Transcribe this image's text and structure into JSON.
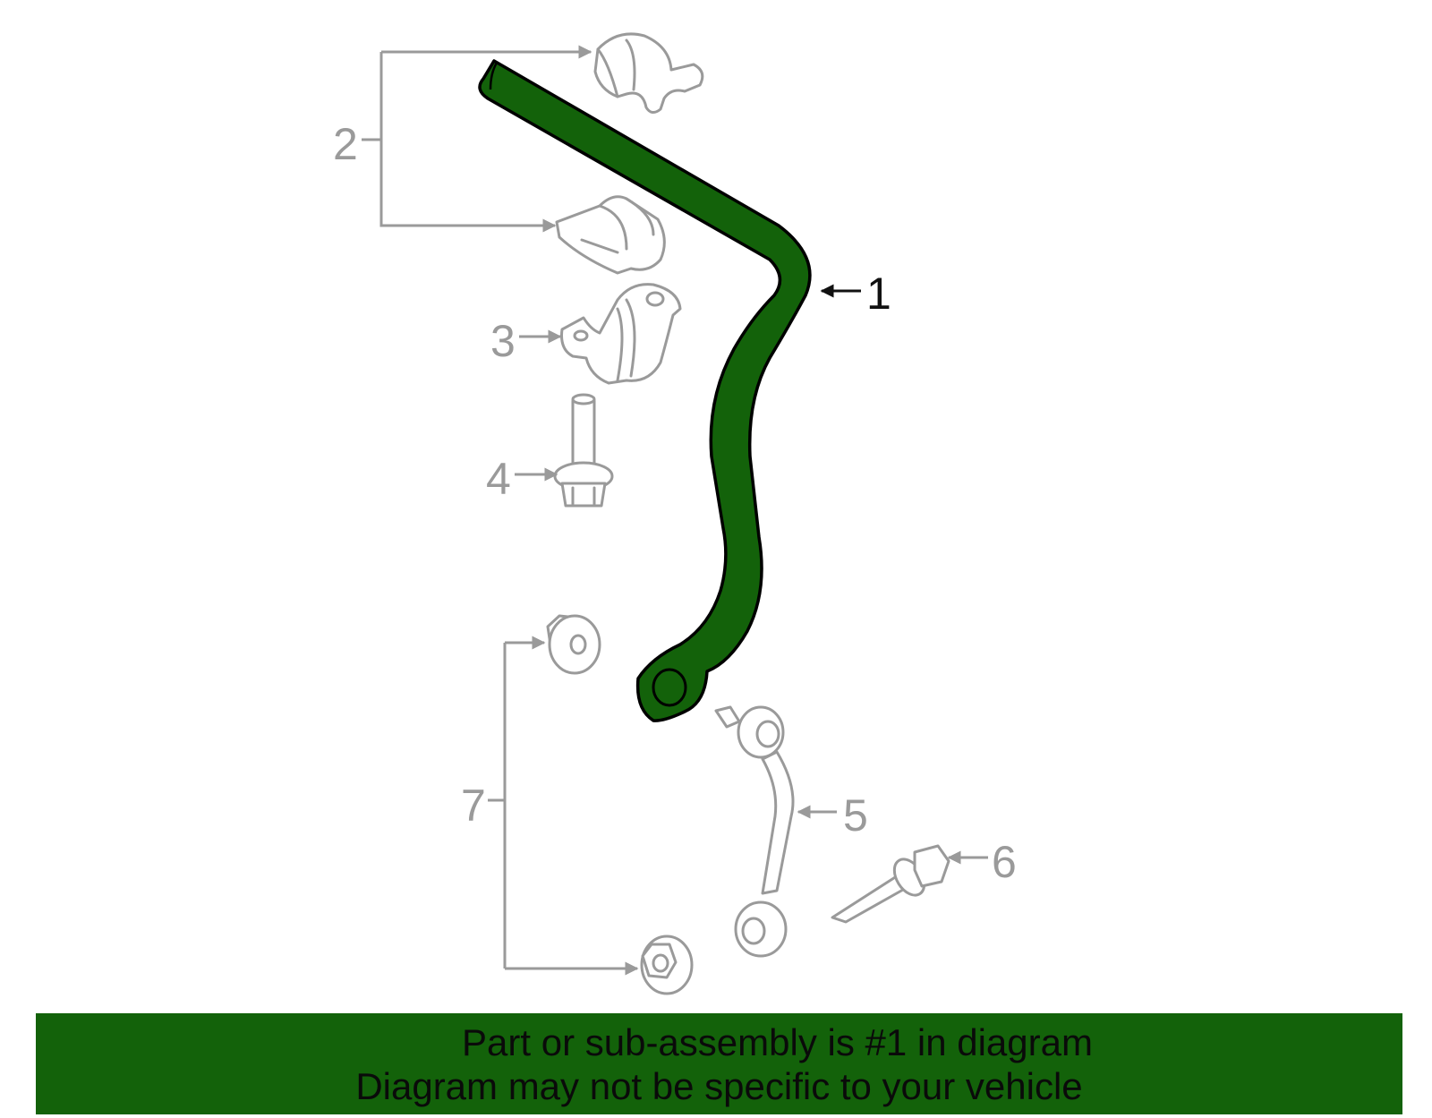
{
  "callouts": {
    "c1": "1",
    "c2": "2",
    "c3": "3",
    "c4": "4",
    "c5": "5",
    "c6": "6",
    "c7": "7"
  },
  "colors": {
    "highlight_part": "#13620a",
    "other_parts": "#9a9a9a",
    "banner_bg": "#13620a"
  },
  "banner": {
    "line1": "Part or sub-assembly is #1 in diagram",
    "line2": "Diagram may not be specific to your vehicle"
  }
}
